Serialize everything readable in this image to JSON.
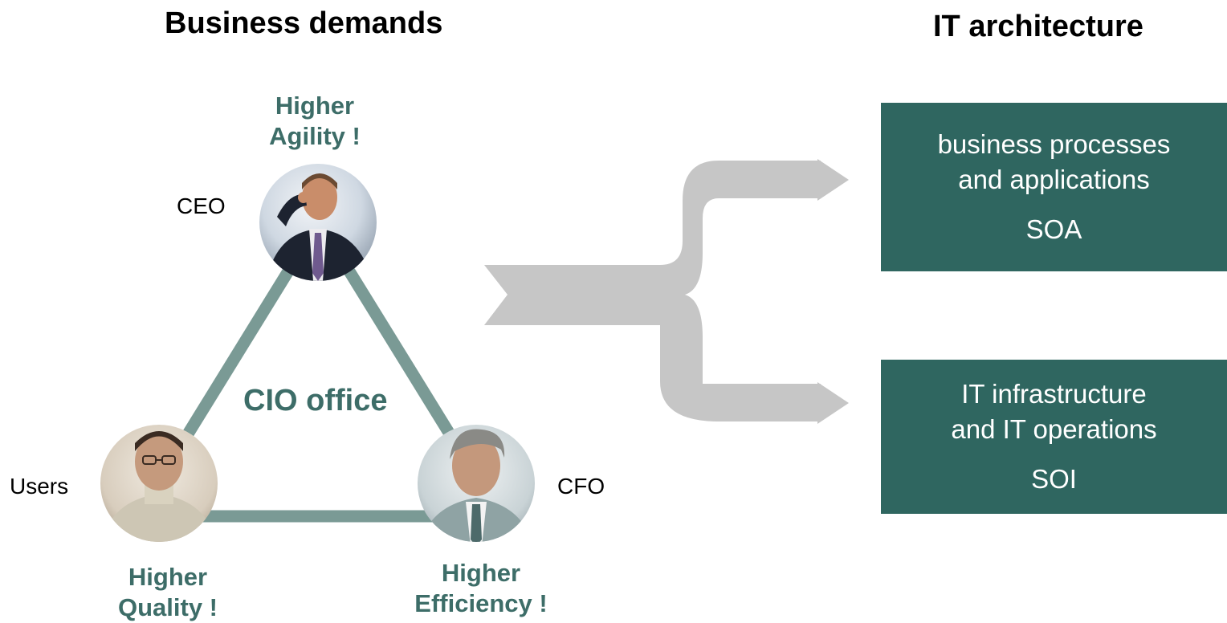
{
  "titles": {
    "left": "Business demands",
    "right": "IT architecture"
  },
  "triangle": {
    "center_label": "CIO office",
    "edge_color": "#7a9a95",
    "nodes": {
      "top": {
        "role": "CEO",
        "goal_line1": "Higher",
        "goal_line2": "Agility !"
      },
      "bottom_left": {
        "role": "Users",
        "goal_line1": "Higher",
        "goal_line2": "Quality !"
      },
      "bottom_right": {
        "role": "CFO",
        "goal_line1": "Higher",
        "goal_line2": "Efficiency !"
      }
    }
  },
  "connector": {
    "color": "#c6c6c6"
  },
  "boxes": [
    {
      "line1": "business processes",
      "line2": "and applications",
      "abbr": "SOA",
      "color": "#2f6660"
    },
    {
      "line1": "IT infrastructure",
      "line2": "and IT operations",
      "abbr": "SOI",
      "color": "#2f6660"
    }
  ],
  "colors": {
    "accent_text": "#3d6d68",
    "box_fill": "#2f6660"
  }
}
